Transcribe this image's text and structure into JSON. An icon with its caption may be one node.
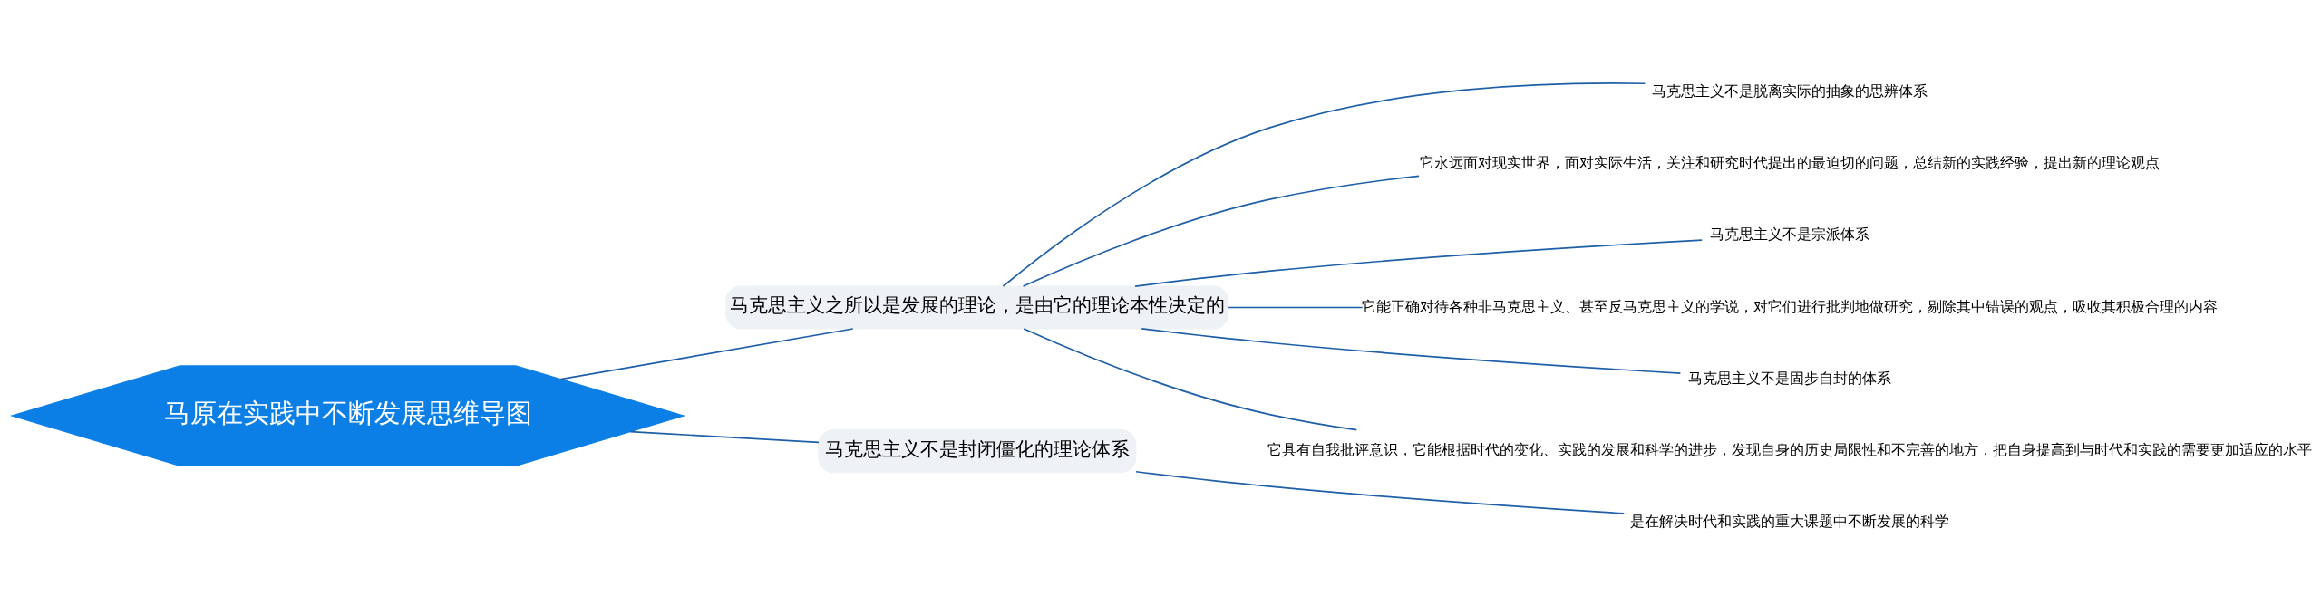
{
  "diagram": {
    "nodes": [
      {
        "text": [
          "马原在实践中不断发展思维导图"
        ]
      },
      {
        "text": [
          "马克思主义之所以是发展的理论，是由它的理论本性决定的"
        ]
      },
      {
        "text": [
          "马克思主义不是脱离实际的抽象的思辨体系"
        ]
      },
      {
        "text": [
          "它永远面对现实世界，面对实际生活，关注和研究时代提出的最迫切的问题，总结新的实践经验，提出新的理论观点"
        ]
      },
      {
        "text": [
          "马克思主义不是宗派体系"
        ]
      },
      {
        "text": [
          "它能正确对待各种非马克思主义、甚至反马克思主义的学说，对它们进行批判地做研究，剔除其中错误的观点，吸收其积极合理的内容"
        ]
      },
      {
        "text": [
          "马克思主义不是固步自封的体系"
        ]
      },
      {
        "text": [
          "它具有自我批评意识，它能根据时代的变化、实践的发展和科学的进步，发现自身的历史局限性和不完善的地方，把自身提高到与时代和实践的需要更加适应的水平"
        ]
      },
      {
        "text": [
          "马克思主义不是封闭僵化的理论体系"
        ]
      },
      {
        "text": [
          "是在解决时代和实践的重大课题中不断发展的科学"
        ]
      }
    ],
    "edges": [
      {
        "from": 0,
        "to": 1,
        "arrow": "none"
      },
      {
        "from": 0,
        "to": 8,
        "arrow": "none"
      },
      {
        "from": 1,
        "to": 2,
        "arrow": "none"
      },
      {
        "from": 1,
        "to": 3,
        "arrow": "none"
      },
      {
        "from": 1,
        "to": 4,
        "arrow": "none"
      },
      {
        "from": 1,
        "to": 5,
        "arrow": "none"
      },
      {
        "from": 1,
        "to": 6,
        "arrow": "none"
      },
      {
        "from": 1,
        "to": 7,
        "arrow": "none"
      },
      {
        "from": 8,
        "to": 9,
        "arrow": "none"
      }
    ]
  }
}
